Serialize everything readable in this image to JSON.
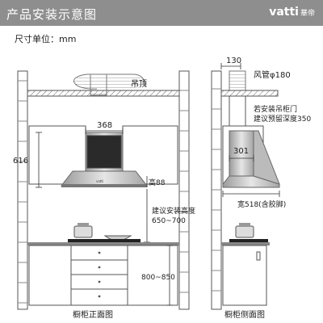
{
  "header": {
    "title": "产品安装示意图",
    "brand_logo": "vatti",
    "brand_sub": "華帝"
  },
  "unit_label": "尺寸单位：mm",
  "front": {
    "ceiling_label": "吊顶",
    "hood_width": "368",
    "hood_height": "616",
    "height_88": "高88",
    "install_height_line1": "建议安装高度",
    "install_height_line2": "650~700",
    "counter_height": "800~850",
    "caption": "橱柜正面图"
  },
  "side": {
    "offset": "130",
    "duct_label": "风管φ180",
    "cabinet_note_line1": "若安装吊柜门",
    "cabinet_note_line2": "建议预留深度350",
    "depth_301": "301",
    "width_518": "宽518(含胶脚)",
    "caption": "橱柜侧面图"
  },
  "colors": {
    "header_bg": "#8e8e8e",
    "line": "#555555",
    "hood_steel": "#c8c8c8",
    "glass": "#222222"
  }
}
